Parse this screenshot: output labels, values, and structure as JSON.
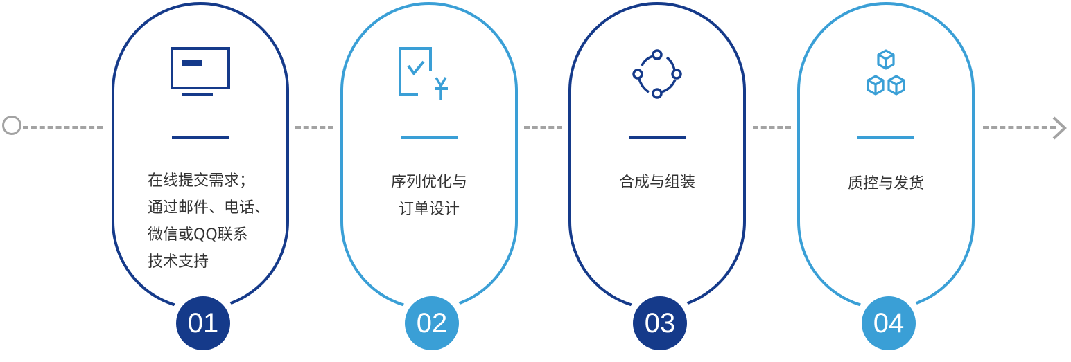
{
  "colors": {
    "dark": "#153a8a",
    "light": "#3a9fd6",
    "line": "#a3a3a3"
  },
  "steps": [
    {
      "number": "01",
      "icon": "monitor-icon",
      "lines": [
        "在线提交需求；",
        "通过邮件、电话、",
        "微信或QQ联系",
        "技术支持"
      ]
    },
    {
      "number": "02",
      "icon": "order-checkout-icon",
      "lines": [
        "序列优化与",
        "订单设计"
      ]
    },
    {
      "number": "03",
      "icon": "synthesis-cycle-icon",
      "lines": [
        "合成与组装"
      ]
    },
    {
      "number": "04",
      "icon": "package-boxes-icon",
      "lines": [
        "质控与发货"
      ]
    }
  ]
}
